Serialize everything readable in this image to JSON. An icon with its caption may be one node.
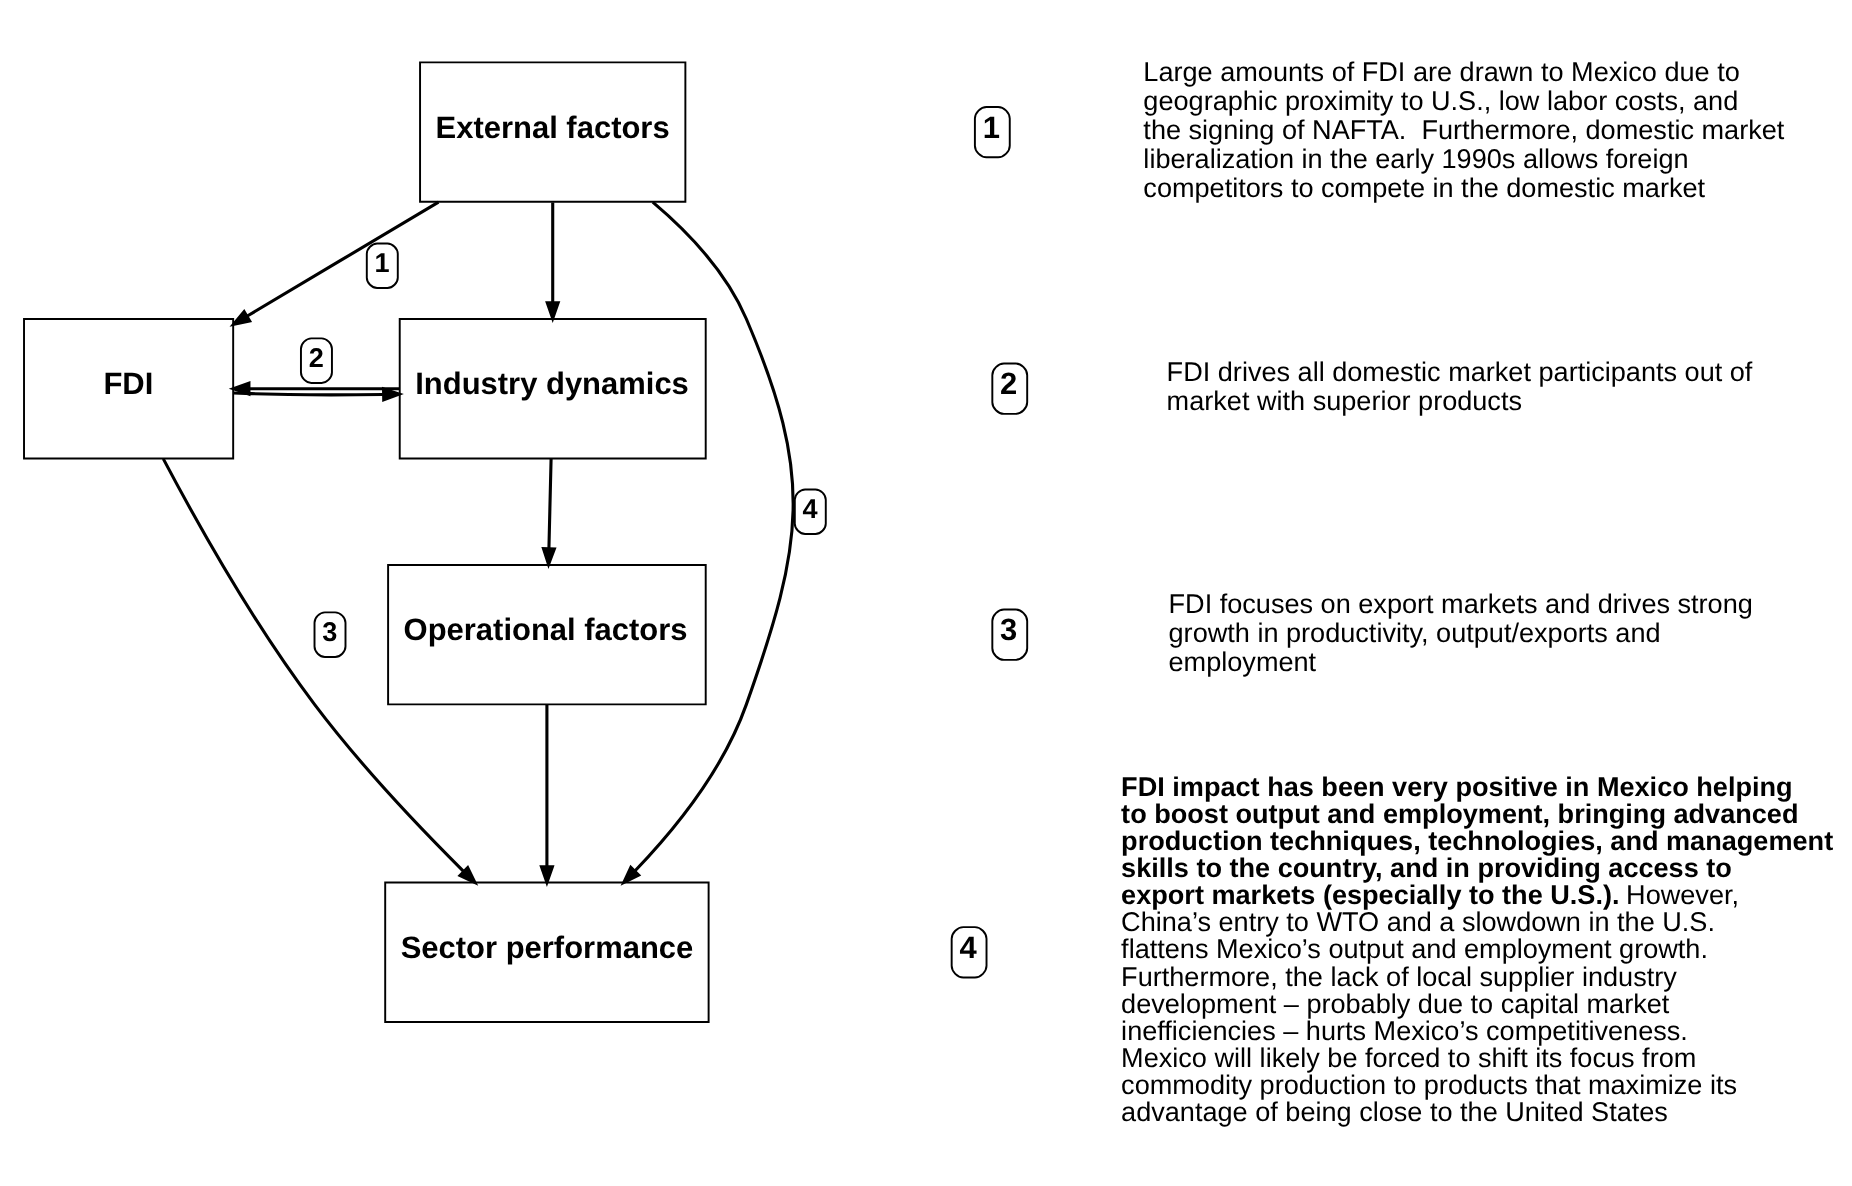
{
  "diagram": {
    "nodes": [
      {
        "text": [
          "External factors"
        ]
      },
      {
        "text": [
          "FDI"
        ]
      },
      {
        "text": [
          "Industry dynamics"
        ]
      },
      {
        "text": [
          "Operational factors"
        ]
      },
      {
        "text": [
          "Sector performance"
        ]
      }
    ],
    "edges": [
      {
        "from": 0,
        "to": 1,
        "arrow": "to",
        "label": "1"
      },
      {
        "from": 0,
        "to": 2,
        "arrow": "to"
      },
      {
        "from": 2,
        "to": 1,
        "arrow": "to",
        "label": "2"
      },
      {
        "from": 1,
        "to": 2,
        "arrow": "to"
      },
      {
        "from": 2,
        "to": 3,
        "arrow": "to"
      },
      {
        "from": 3,
        "to": 4,
        "arrow": "to"
      },
      {
        "from": 1,
        "to": 4,
        "arrow": "to",
        "label": "3"
      },
      {
        "from": 0,
        "to": 4,
        "arrow": "to",
        "label": "4"
      }
    ],
    "labels": [
      "1",
      "Large amounts of FDI are drawn to Mexico due to geographic proximity to U.S., low labor costs, and the signing of NAFTA.  Furthermore, domestic market liberalization in the early 1990s allows foreign competitors to compete in the domestic market",
      "2",
      "FDI drives all domestic market participants out of market with superior products",
      "3",
      "FDI focuses on export markets and drives strong growth in productivity, output/exports and employment",
      "4",
      "**FDI impact has been very positive in Mexico helping to boost output and employment, bringing advanced production techniques, technologies, and management skills to the country, and in providing access to export markets (especially to the U.S.).**   However, China’s entry to WTO and a slowdown in the U.S. flattens Mexico’s output and employment growth.  Furthermore, the lack of local supplier industry development – probably due to capital market inefficiencies – hurts Mexico’s competitiveness. Mexico will likely be forced to shift its focus from commodity production to products that maximize its advantage of being close to the United States"
    ]
  }
}
